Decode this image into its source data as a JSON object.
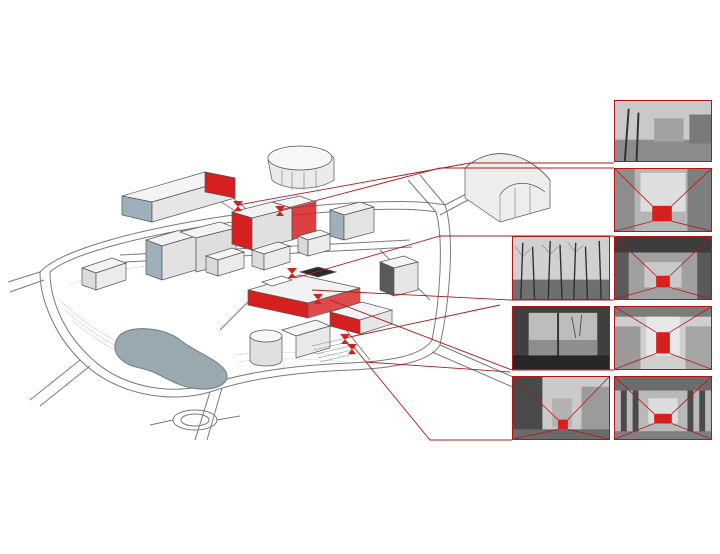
{
  "accent_color": "#d61f1f",
  "line_color": "#b01818",
  "map": {
    "markers": [
      {
        "id": "m1"
      },
      {
        "id": "m2"
      },
      {
        "id": "m3"
      },
      {
        "id": "m4"
      },
      {
        "id": "m5"
      },
      {
        "id": "m6"
      }
    ]
  },
  "photos": [
    {
      "id": "p1",
      "subject": "courtyard-street"
    },
    {
      "id": "p2",
      "subject": "red-portal-facade"
    },
    {
      "id": "p3",
      "subject": "trees-grove"
    },
    {
      "id": "p4",
      "subject": "red-portal-underpass"
    },
    {
      "id": "p5",
      "subject": "interior-window-view"
    },
    {
      "id": "p6",
      "subject": "red-portal-colonnade"
    },
    {
      "id": "p7",
      "subject": "red-portal-street"
    },
    {
      "id": "p8",
      "subject": "red-portal-pillars"
    }
  ]
}
